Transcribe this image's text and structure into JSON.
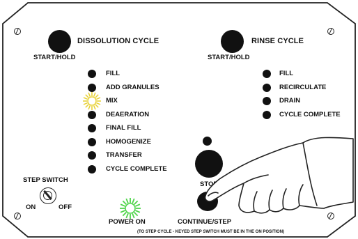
{
  "dissolution": {
    "title": "DISSOLUTION CYCLE",
    "start_hold_label": "START/HOLD",
    "steps": [
      {
        "label": "FILL",
        "lit": false
      },
      {
        "label": "ADD GRANULES",
        "lit": false
      },
      {
        "label": "MIX",
        "lit": true,
        "color": "#e8d23a"
      },
      {
        "label": "DEAERATION",
        "lit": false
      },
      {
        "label": "FINAL FILL",
        "lit": false
      },
      {
        "label": "HOMOGENIZE",
        "lit": false
      },
      {
        "label": "TRANSFER",
        "lit": false
      },
      {
        "label": "CYCLE COMPLETE",
        "lit": false
      }
    ]
  },
  "rinse": {
    "title": "RINSE CYCLE",
    "start_hold_label": "START/HOLD",
    "steps": [
      {
        "label": "FILL",
        "lit": false
      },
      {
        "label": "RECIRCULATE",
        "lit": false
      },
      {
        "label": "DRAIN",
        "lit": false
      },
      {
        "label": "CYCLE COMPLETE",
        "lit": false
      }
    ]
  },
  "step_switch": {
    "label": "STEP SWITCH",
    "on_label": "ON",
    "off_label": "OFF"
  },
  "power": {
    "label": "POWER ON",
    "lit": true,
    "color": "#4fd44a"
  },
  "stop": {
    "label": "STOP"
  },
  "continue": {
    "label": "CONTINUE/STEP"
  },
  "footnote": "(TO STEP CYCLE - KEYED STEP SWITCH MUST BE IN THE ON POSITION)",
  "icons": {
    "hand": "pointing-hand-icon",
    "screw": "screw-icon",
    "key": "key-switch-icon"
  }
}
